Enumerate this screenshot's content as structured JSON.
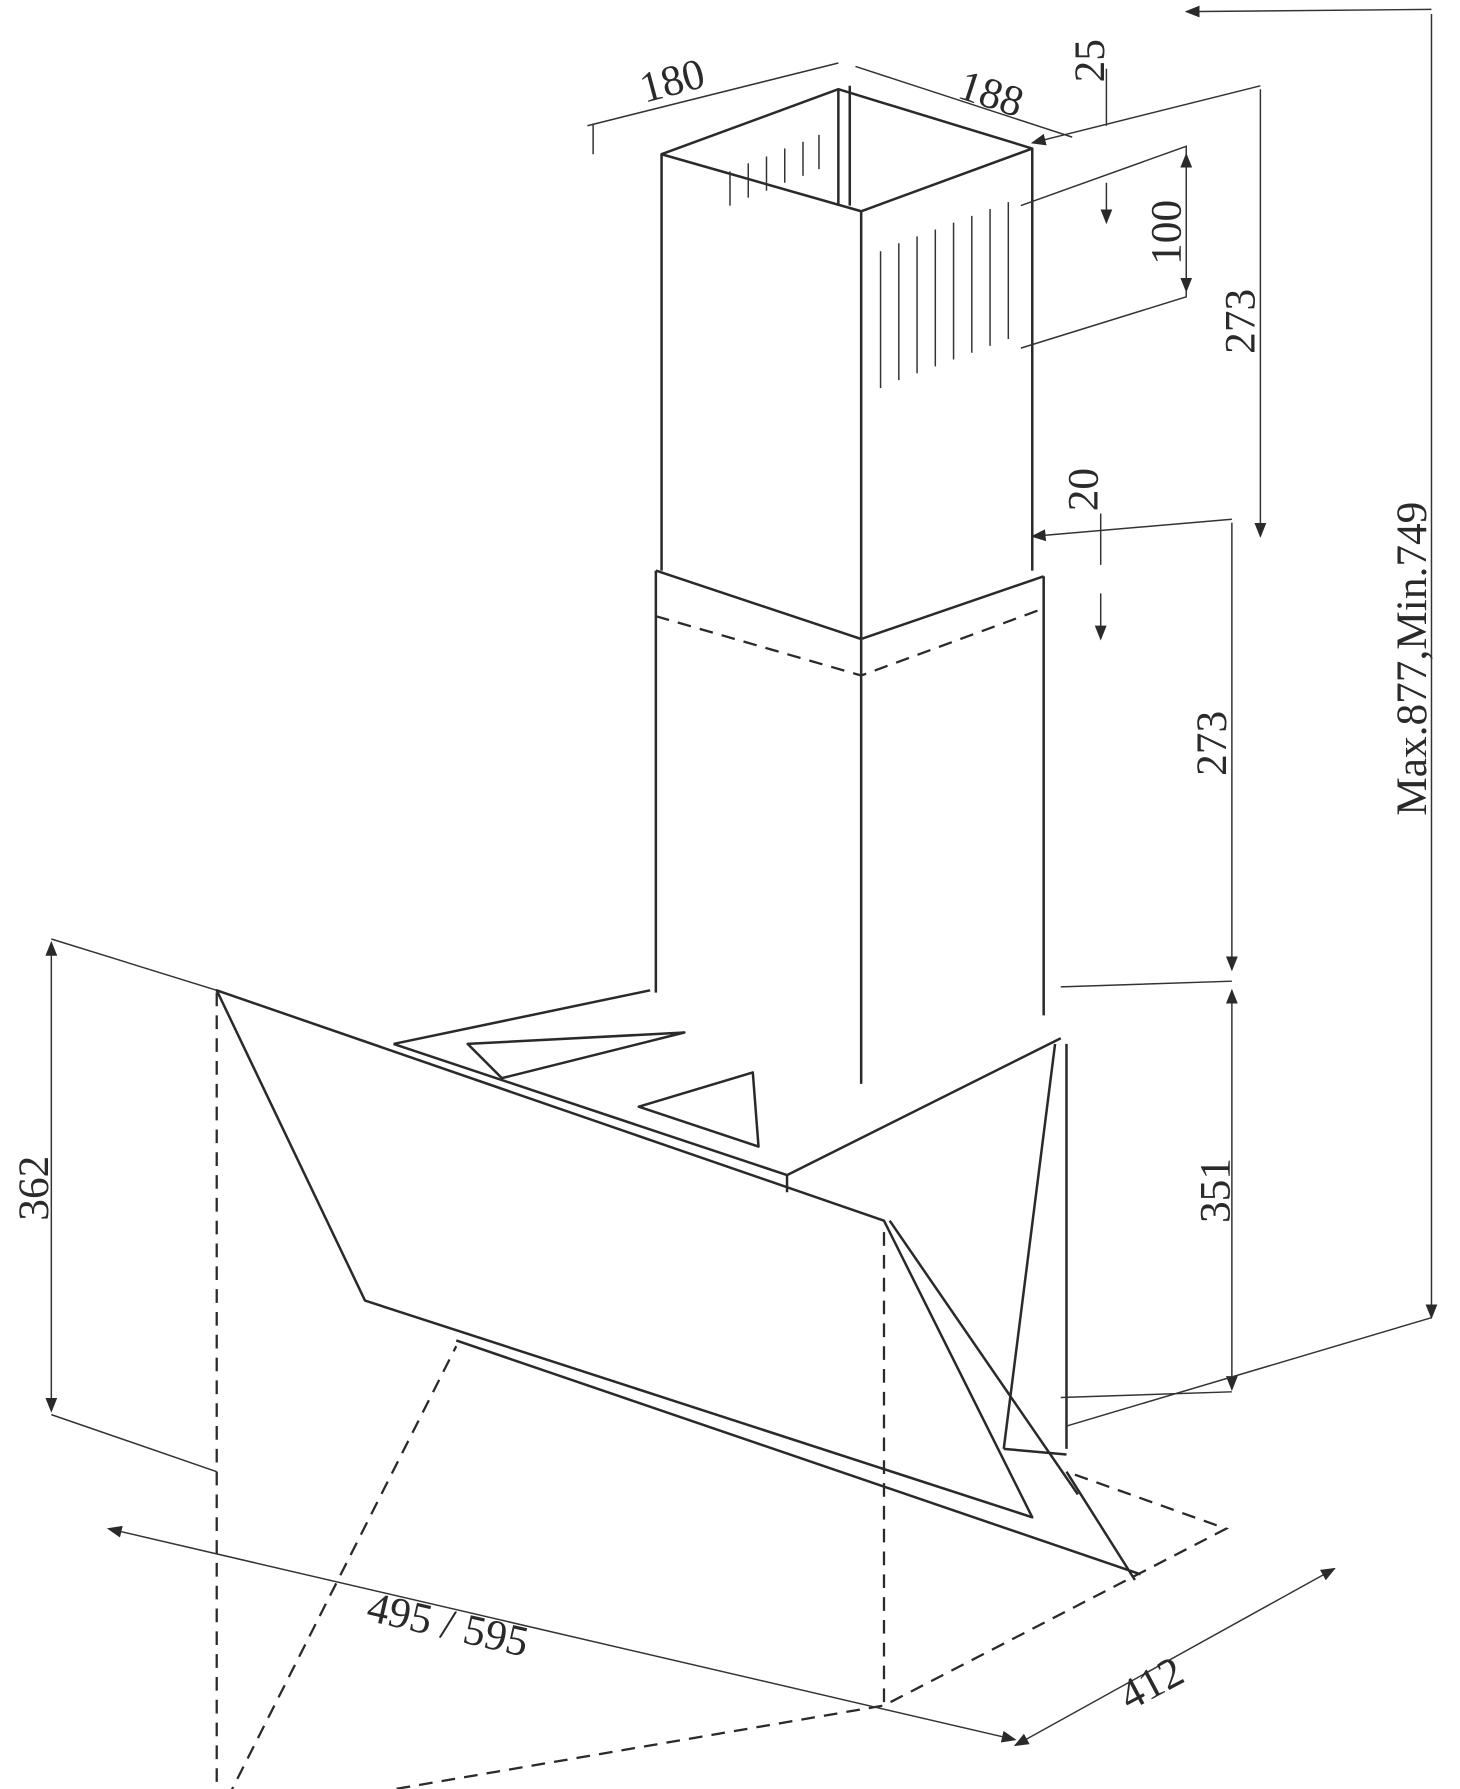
{
  "title": "Range hood dimension drawing",
  "dimensions": {
    "chimney_depth": "180",
    "chimney_width": "188",
    "vent_offset": "25",
    "vent_height": "100",
    "upper_chimney_height": "273",
    "overlap": "20",
    "lower_chimney_height": "273",
    "total_height": "Max.877,Min.749",
    "hood_height_front": "362",
    "hood_height_back": "351",
    "hood_width": "495 / 595",
    "hood_depth": "412"
  },
  "colors": {
    "line": "#2a2a2a",
    "background": "#ffffff"
  }
}
